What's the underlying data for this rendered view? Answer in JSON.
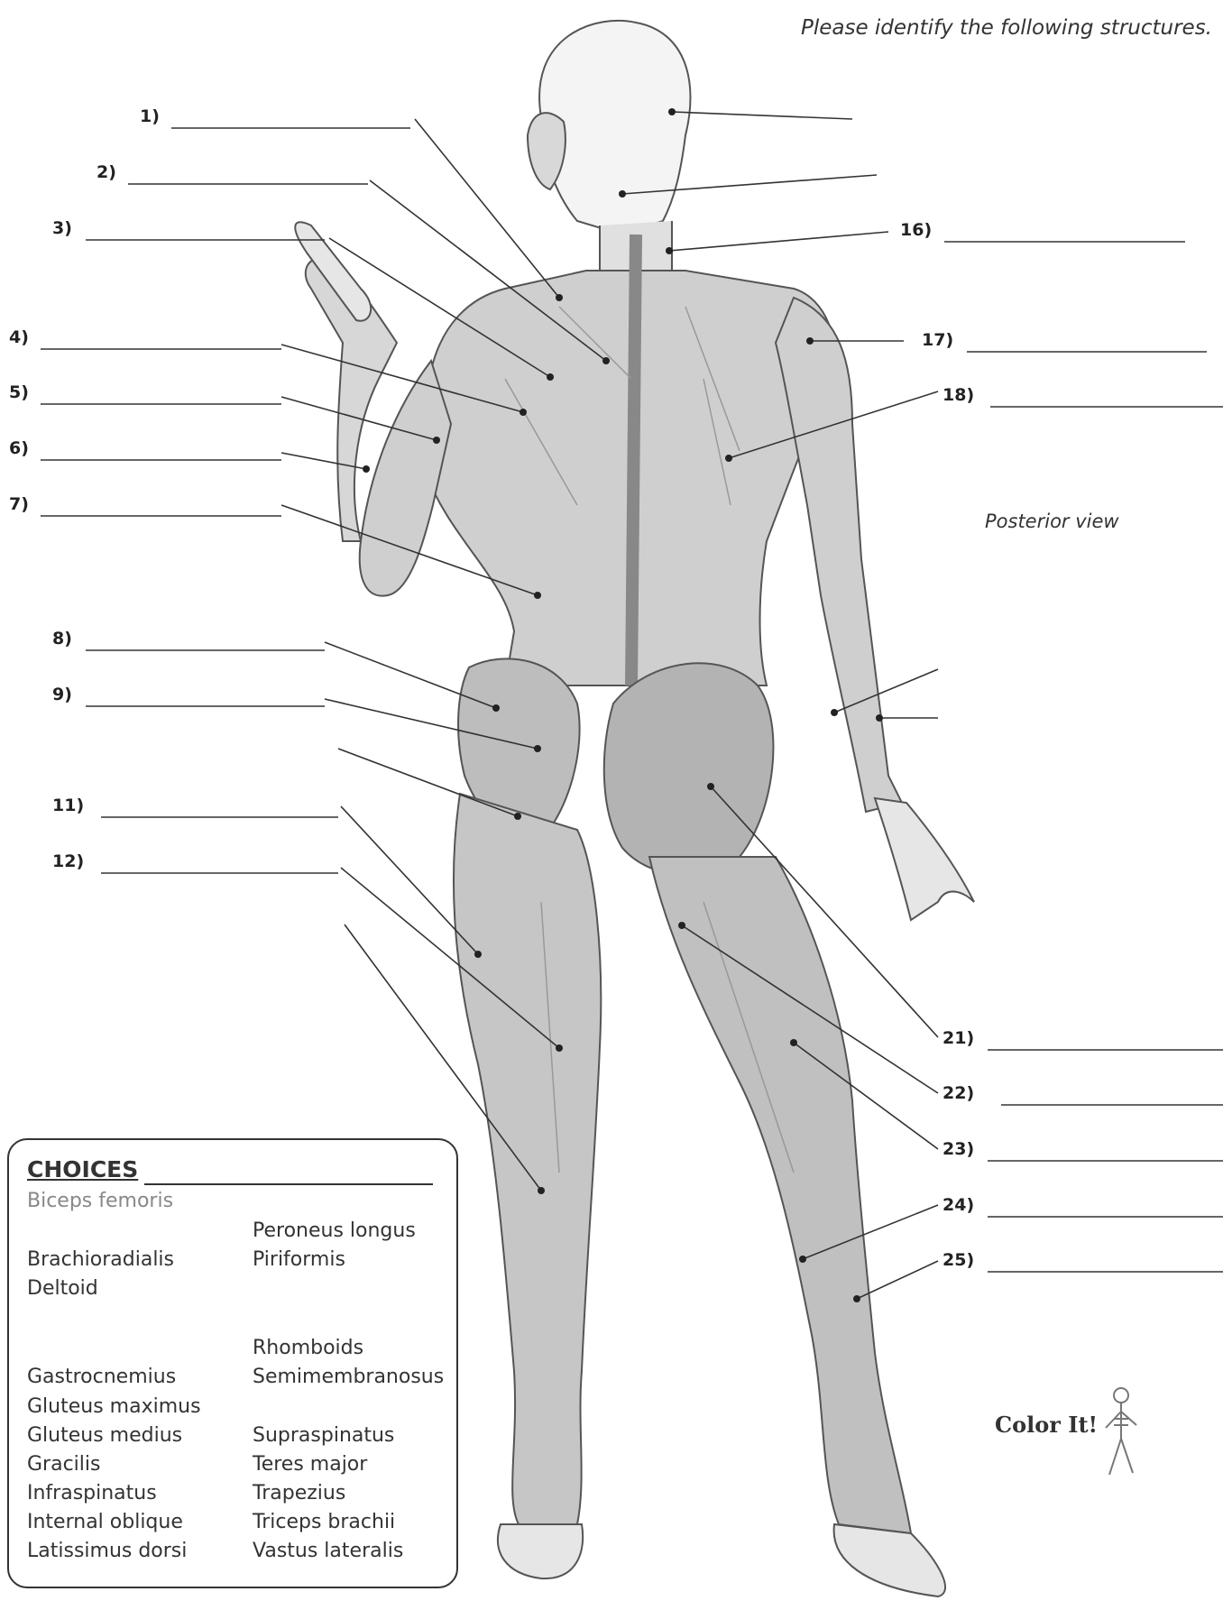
{
  "instructions": "Please identify the following structures.",
  "view_label": "Posterior view",
  "labels": {
    "l1": "1)",
    "l2": "2)",
    "l3": "3)",
    "l4": "4)",
    "l5": "5)",
    "l6": "6)",
    "l7": "7)",
    "l8": "8)",
    "l9": "9)",
    "l11": "11)",
    "l12": "12)",
    "l16": "16)",
    "l17": "17)",
    "l18": "18)",
    "l21": "21)",
    "l22": "22)",
    "l23": "23)",
    "l24": "24)",
    "l25": "25)"
  },
  "choices": {
    "title": "CHOICES",
    "items": [
      "Biceps femoris",
      "Peroneus longus",
      "Brachioradialis",
      "Piriformis",
      "Deltoid",
      "Rhomboids",
      "Gastrocnemius",
      "Semimembranosus",
      "Gluteus maximus",
      "Gluteus medius",
      "Supraspinatus",
      "Gracilis",
      "Teres major",
      "Infraspinatus",
      "Trapezius",
      "Internal oblique",
      "Triceps brachii",
      "Latissimus dorsi",
      "Vastus lateralis"
    ]
  },
  "color_it": "Color It!"
}
